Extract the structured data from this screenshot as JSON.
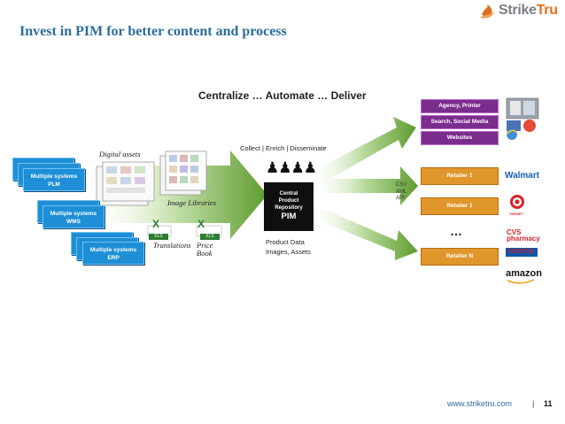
{
  "slide": {
    "title": "Invest in PIM for better content and process",
    "footer_url": "www.striketru.com",
    "footer_separator": "|",
    "page_number": "11"
  },
  "logo": {
    "part1": "Strike",
    "part2": "Tru"
  },
  "diagram": {
    "tagline": "Centralize … Automate … Deliver",
    "process": "Collect | Enrich | Disseminate",
    "source_systems": [
      {
        "line1": "Multiple systems",
        "line2": "PLM"
      },
      {
        "line1": "Multiple systems",
        "line2": "WMS"
      },
      {
        "line1": "Multiple systems",
        "line2": "ERP"
      }
    ],
    "labels": {
      "digital_assets": "Digital assets",
      "image_libraries": "Image Libraries",
      "translations": "Translations",
      "price_book": "Price Book",
      "xls": "XLS"
    },
    "pim": {
      "line1": "Central",
      "line2": "Product",
      "line3": "Repository",
      "main": "PIM"
    },
    "pim_outputs": {
      "line1": "Product Data",
      "line2": "Images, Assets"
    },
    "formats": [
      "CSV",
      "XML",
      "API"
    ],
    "channels": [
      "Agency, Printer",
      "Search, Social Media",
      "Websites"
    ],
    "retailers": [
      "Retailer 1",
      "Retailer 1",
      "Retailer N"
    ],
    "ellipsis": "…",
    "brands": [
      "Walmart",
      "TARGET",
      "CVS pharmacy",
      "COSTCO",
      "amazon"
    ]
  },
  "colors": {
    "title": "#2c6e9c",
    "system_box": "#1e8fd6",
    "arrow_green": "#6aa537",
    "channel_purple": "#7b2d8e",
    "retailer_orange": "#e0962a",
    "logo_orange": "#e2711d"
  }
}
